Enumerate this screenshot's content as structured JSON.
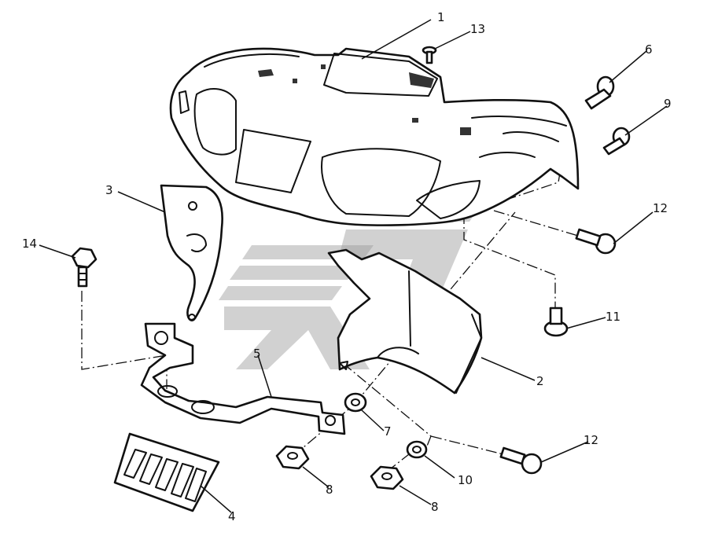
{
  "diagram": {
    "callouts": [
      {
        "id": "c1",
        "label": "1"
      },
      {
        "id": "c13",
        "label": "13"
      },
      {
        "id": "c6",
        "label": "6"
      },
      {
        "id": "c9",
        "label": "9"
      },
      {
        "id": "c3",
        "label": "3"
      },
      {
        "id": "c12a",
        "label": "12"
      },
      {
        "id": "c14",
        "label": "14"
      },
      {
        "id": "c11",
        "label": "11"
      },
      {
        "id": "c5",
        "label": "5"
      },
      {
        "id": "c2",
        "label": "2"
      },
      {
        "id": "c7",
        "label": "7"
      },
      {
        "id": "c12b",
        "label": "12"
      },
      {
        "id": "c8a",
        "label": "8"
      },
      {
        "id": "c10",
        "label": "10"
      },
      {
        "id": "c4",
        "label": "4"
      },
      {
        "id": "c8b",
        "label": "8"
      }
    ]
  }
}
